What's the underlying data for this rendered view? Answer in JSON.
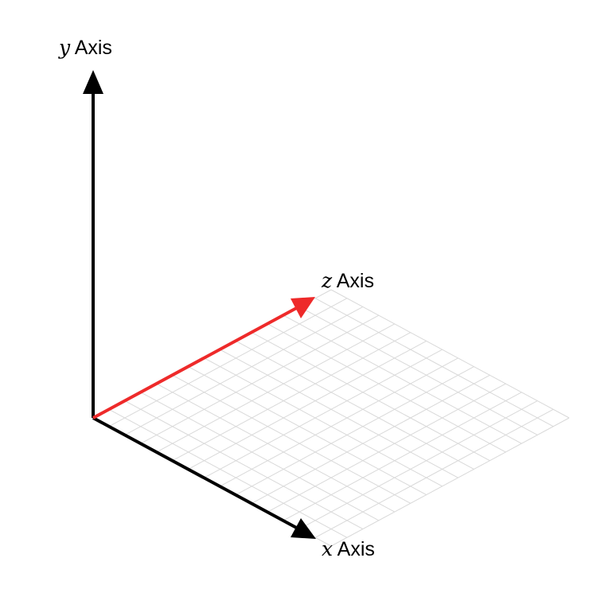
{
  "labels": {
    "y_axis": {
      "var": "y",
      "text": " Axis"
    },
    "z_axis": {
      "var": "z",
      "text": " Axis"
    },
    "x_axis": {
      "var": "x",
      "text": " Axis"
    }
  },
  "colors": {
    "background": "#ffffff",
    "axis": "#000000",
    "z_axis": "#ee2a2a",
    "grid": "#d9d9d9"
  },
  "grid": {
    "divisions": 15
  }
}
